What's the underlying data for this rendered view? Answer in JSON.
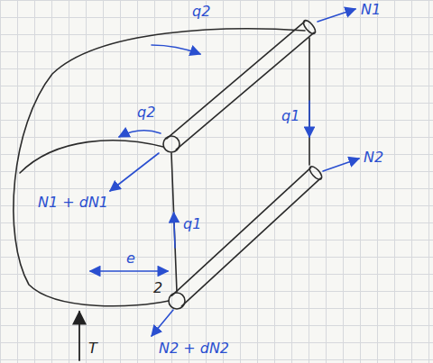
{
  "diagram": {
    "labels": [
      "q2",
      "N1",
      "q2",
      "q1",
      "q1",
      "N1 + dN1",
      "N2",
      "e",
      "2",
      "N2 + dN2",
      "T"
    ]
  }
}
